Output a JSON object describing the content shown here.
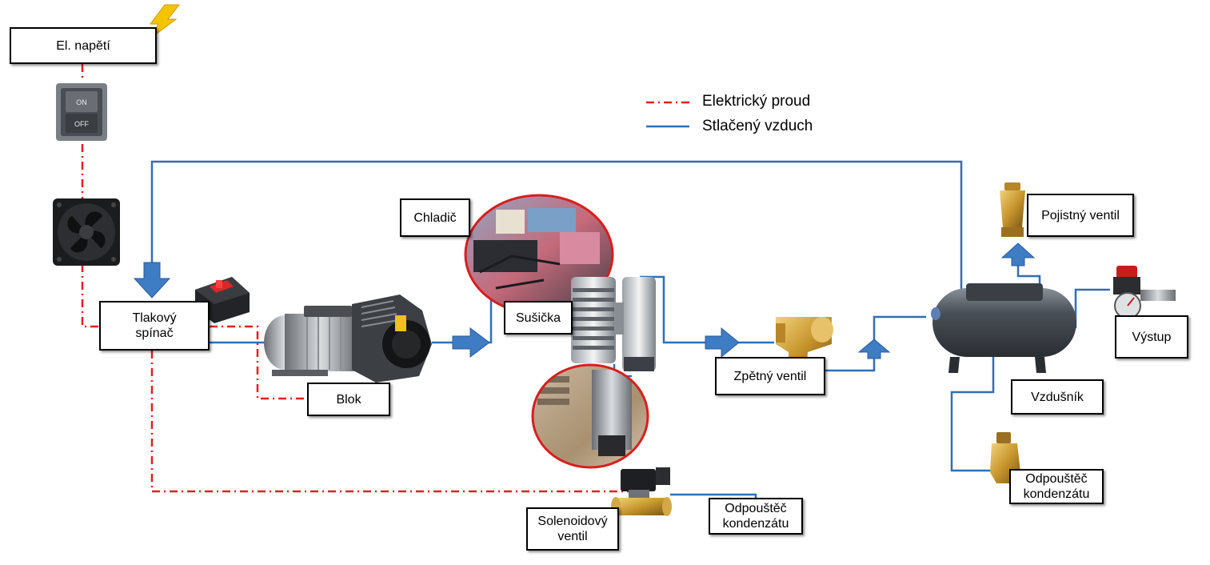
{
  "legend": {
    "electric": "Elektrický proud",
    "air": "Stlačený vzduch"
  },
  "labels": {
    "voltage": "El. napětí",
    "pressure_switch": "Tlakový\nspínač",
    "block": "Blok",
    "cooler": "Chladič",
    "dryer": "Sušička",
    "check_valve": "Zpětný ventil",
    "solenoid_valve": "Solenoidový\nventil",
    "drain_1": "Odpouštěč\nkondenzátu",
    "drain_2": "Odpouštěč\nkondenzátu",
    "safety_valve": "Pojistný ventil",
    "tank": "Vzdušník",
    "outlet": "Výstup"
  },
  "switch_text": {
    "on": "ON",
    "off": "OFF"
  },
  "colors": {
    "electric_line": "#e02020",
    "air_line": "#2f6fb5",
    "arrow": "#3e7cc4",
    "circle_border": "#d81e1e",
    "brass": "#c8962e",
    "tank": "#4a5058",
    "lightning": "#f5c400"
  },
  "icons": [
    "lightning-icon",
    "rocker-switch-icon",
    "fan-icon",
    "pressure-switch-icon",
    "motor-icon",
    "dryer-icon",
    "check-valve-icon",
    "solenoid-valve-icon",
    "tank-icon",
    "safety-valve-icon",
    "regulator-icon",
    "drain-valve-icon"
  ]
}
